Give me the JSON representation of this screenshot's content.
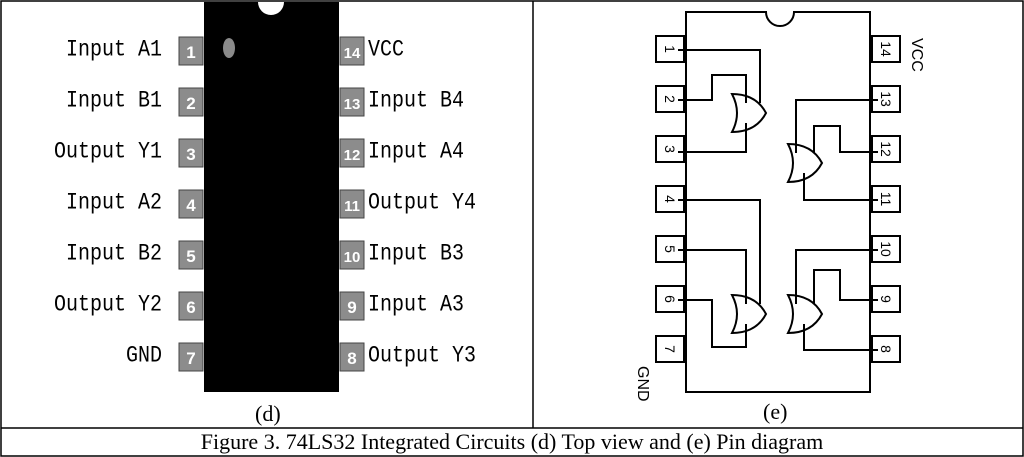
{
  "top_caption_fragment": "Figure 3. 74LS32 Integrated Circuits (d) Top view and (e) Pin diagram",
  "panel_d": {
    "label": "(d)",
    "left_pins": [
      {
        "num": "1",
        "label": "Input A1"
      },
      {
        "num": "2",
        "label": "Input B1"
      },
      {
        "num": "3",
        "label": "Output Y1"
      },
      {
        "num": "4",
        "label": "Input A2"
      },
      {
        "num": "5",
        "label": "Input B2"
      },
      {
        "num": "6",
        "label": "Output Y2"
      },
      {
        "num": "7",
        "label": "GND"
      }
    ],
    "right_pins": [
      {
        "num": "14",
        "label": "VCC"
      },
      {
        "num": "13",
        "label": "Input B4"
      },
      {
        "num": "12",
        "label": "Input A4"
      },
      {
        "num": "11",
        "label": "Output Y4"
      },
      {
        "num": "10",
        "label": "Input B3"
      },
      {
        "num": "9",
        "label": "Input A3"
      },
      {
        "num": "8",
        "label": "Output Y3"
      }
    ]
  },
  "panel_e": {
    "label": "(e)",
    "left_pins": [
      "1",
      "2",
      "3",
      "4",
      "5",
      "6",
      "7"
    ],
    "right_pins": [
      "14",
      "13",
      "12",
      "11",
      "10",
      "9",
      "8"
    ],
    "vcc_label": "VCC",
    "gnd_label": "GND"
  },
  "caption": "Figure 3. 74LS32 Integrated Circuits (d) Top view and (e) Pin diagram"
}
